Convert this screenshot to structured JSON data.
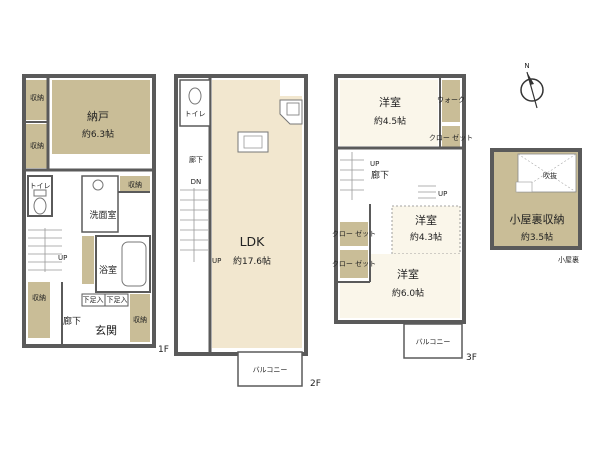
{
  "floors": {
    "f1": {
      "label": "1F",
      "rooms": {
        "storage": {
          "name": "納戸",
          "size": "約6.3帖"
        },
        "closet_top": "収納",
        "closet_mid": "収納",
        "closet_small": "収納",
        "closet_low_left": "収納",
        "closet_low_right": "収納",
        "toilet": "トイレ",
        "washroom": "洗面室",
        "bath": "浴室",
        "hall": "廊下",
        "entrance": "玄関",
        "shoe1": "下足入",
        "shoe2": "下足入",
        "stair_up": "UP"
      }
    },
    "f2": {
      "label": "2F",
      "rooms": {
        "ldk": {
          "name": "LDK",
          "size": "約17.6帖"
        },
        "toilet": "トイレ",
        "hall": "廊下",
        "stair_dn": "DN",
        "stair_up": "UP",
        "balcony": "バルコニー"
      }
    },
    "f3": {
      "label": "3F",
      "rooms": {
        "western1": {
          "name": "洋室",
          "size": "約4.5帖"
        },
        "western2": {
          "name": "洋室",
          "size": "約4.3帖"
        },
        "western3": {
          "name": "洋室",
          "size": "約6.0帖"
        },
        "walk_closet": "ウォーク",
        "closet_r": "クロー ゼット",
        "closet_l1": "クロー ゼット",
        "closet_l2": "クロー ゼット",
        "hall": "廊下",
        "stair_up": "UP",
        "stair_up2": "UP",
        "balcony": "バルコニー"
      }
    },
    "attic": {
      "label": "小屋裏",
      "rooms": {
        "storage": {
          "name": "小屋裏収納",
          "size": "約3.5帖"
        },
        "void": "吹抜"
      }
    }
  },
  "compass": {
    "north_label": "N"
  },
  "colors": {
    "wall": "#5a5a5a",
    "storage": "#c9bd97",
    "ldk": "#f2e7cf",
    "wet": "#ffffff",
    "closet": "#c9bd97",
    "room": "#faf6ea"
  }
}
